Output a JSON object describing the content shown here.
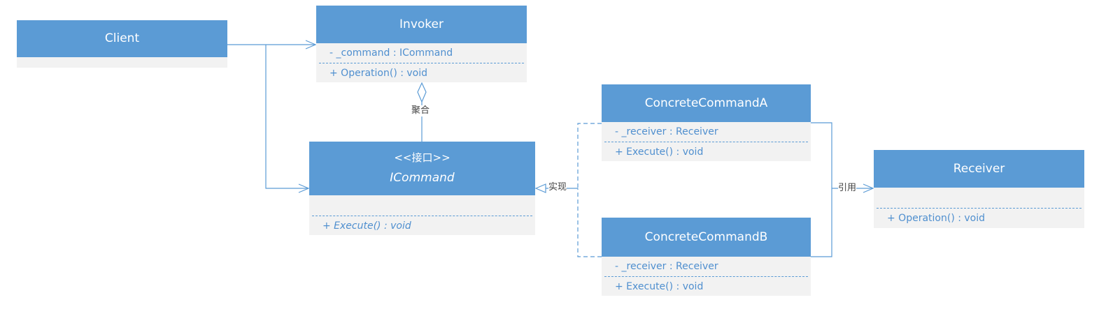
{
  "colors": {
    "header_fill": "#5b9bd5",
    "body_fill": "#f2f2f2",
    "member_text": "#4f8fcf",
    "connector": "#5b9bd5",
    "label_text": "#404040"
  },
  "classes": {
    "client": {
      "name": "Client"
    },
    "invoker": {
      "name": "Invoker",
      "attributes": [
        "- _command : ICommand"
      ],
      "operations": [
        "+ Operation() : void"
      ]
    },
    "icommand": {
      "stereotype": "<<接口>>",
      "name": "ICommand",
      "attributes": [],
      "operations": [
        "+ Execute() : void"
      ]
    },
    "concrete_command_a": {
      "name": "ConcreteCommandA",
      "attributes": [
        "- _receiver : Receiver"
      ],
      "operations": [
        "+ Execute() : void"
      ]
    },
    "concrete_command_b": {
      "name": "ConcreteCommandB",
      "attributes": [
        "- _receiver : Receiver"
      ],
      "operations": [
        "+ Execute() : void"
      ]
    },
    "receiver": {
      "name": "Receiver",
      "attributes": [],
      "operations": [
        "+ Operation() : void"
      ]
    }
  },
  "relationships": {
    "aggregation_label": "聚合",
    "realization_label": "实现",
    "reference_label": "引用"
  }
}
